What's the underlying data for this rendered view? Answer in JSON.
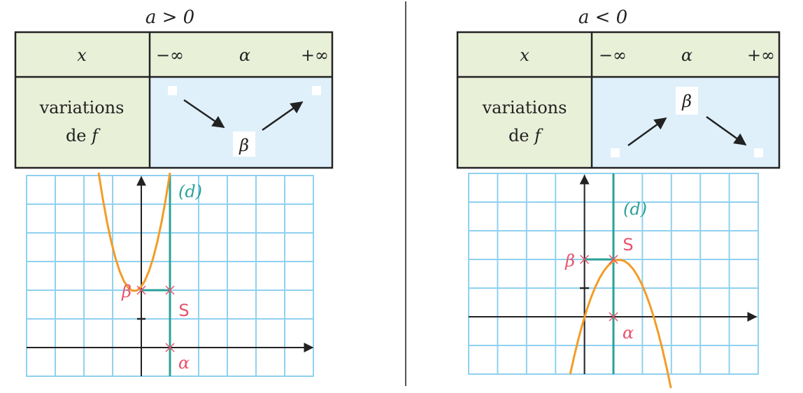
{
  "colors": {
    "header_bg": "#e9f0d8",
    "variation_bg": "#dff0fb",
    "grid_line": "#8fd1ef",
    "curve": "#f39c28",
    "axis_line": "#2aa198",
    "marker": "#e8516a",
    "text": "#222222"
  },
  "panels": [
    {
      "condition": "a > 0",
      "table": {
        "x_label": "x",
        "x_values": [
          "−∞",
          "α",
          "+∞"
        ],
        "row_label_line1": "variations",
        "row_label_line2_prefix": "de",
        "row_label_line2_var": "f",
        "extremum_label": "β",
        "direction": "decreasing-then-increasing"
      },
      "graph": {
        "axis_label": "(d)",
        "vertex_label": "S",
        "y_marker_label": "β",
        "x_marker_label": "α",
        "curve_shape": "upward-parabola"
      }
    },
    {
      "condition": "a < 0",
      "table": {
        "x_label": "x",
        "x_values": [
          "−∞",
          "α",
          "+∞"
        ],
        "row_label_line1": "variations",
        "row_label_line2_prefix": "de",
        "row_label_line2_var": "f",
        "extremum_label": "β",
        "direction": "increasing-then-decreasing"
      },
      "graph": {
        "axis_label": "(d)",
        "vertex_label": "S",
        "y_marker_label": "β",
        "x_marker_label": "α",
        "curve_shape": "downward-parabola"
      }
    }
  ]
}
